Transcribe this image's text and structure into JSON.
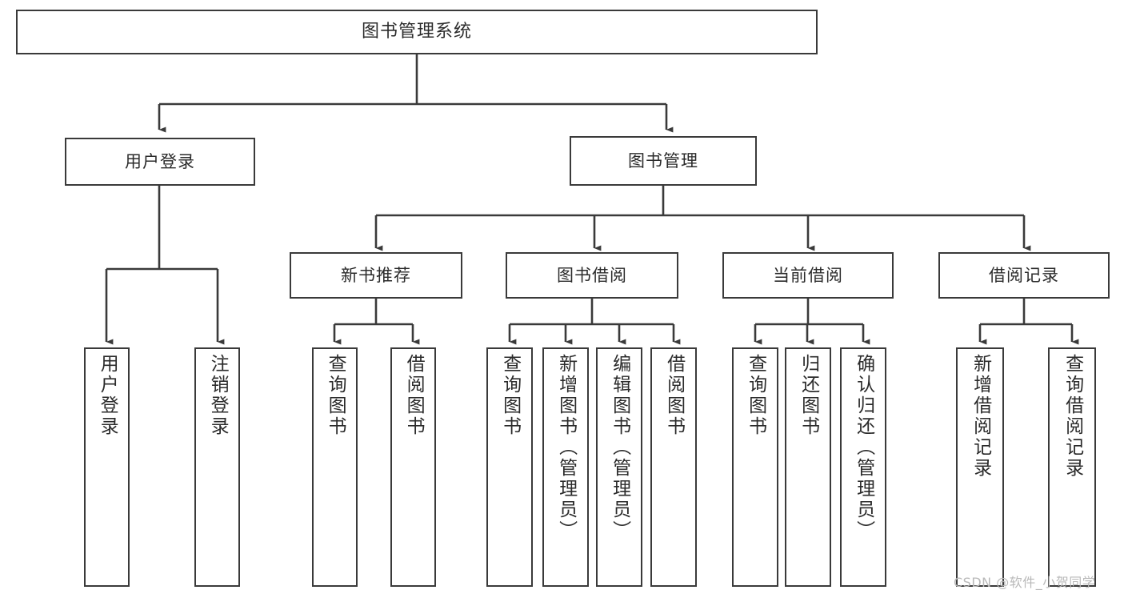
{
  "diagram": {
    "title": "图书管理系统",
    "watermark": "CSDN @软件_小贺同学",
    "line_color": "#3a3a3a",
    "box_fill": "#ffffff",
    "text_color": "#2b2b2b",
    "levels": {
      "root": "图书管理系统",
      "level2": [
        "用户登录",
        "图书管理"
      ],
      "level3": [
        "新书推荐",
        "图书借阅",
        "当前借阅",
        "借阅记录"
      ]
    },
    "nodes": {
      "root": {
        "label": "图书管理系统"
      },
      "user_login": {
        "label": "用户登录"
      },
      "book_manage": {
        "label": "图书管理"
      },
      "new_book_rec": {
        "label": "新书推荐"
      },
      "book_borrow": {
        "label": "图书借阅"
      },
      "current_borrow": {
        "label": "当前借阅"
      },
      "borrow_record": {
        "label": "借阅记录"
      }
    },
    "leaves": {
      "user_login": [
        {
          "label": "用户登录"
        },
        {
          "label": "注销登录"
        }
      ],
      "new_book_rec": [
        {
          "label": "查询图书"
        },
        {
          "label": "借阅图书"
        }
      ],
      "book_borrow": [
        {
          "label": "查询图书"
        },
        {
          "label": "新增图书（管理员）"
        },
        {
          "label": "编辑图书（管理员）"
        },
        {
          "label": "借阅图书"
        }
      ],
      "current_borrow": [
        {
          "label": "查询图书"
        },
        {
          "label": "归还图书"
        },
        {
          "label": "确认归还（管理员）"
        }
      ],
      "borrow_record": [
        {
          "label": "新增借阅记录"
        },
        {
          "label": "查询借阅记录"
        }
      ]
    }
  }
}
